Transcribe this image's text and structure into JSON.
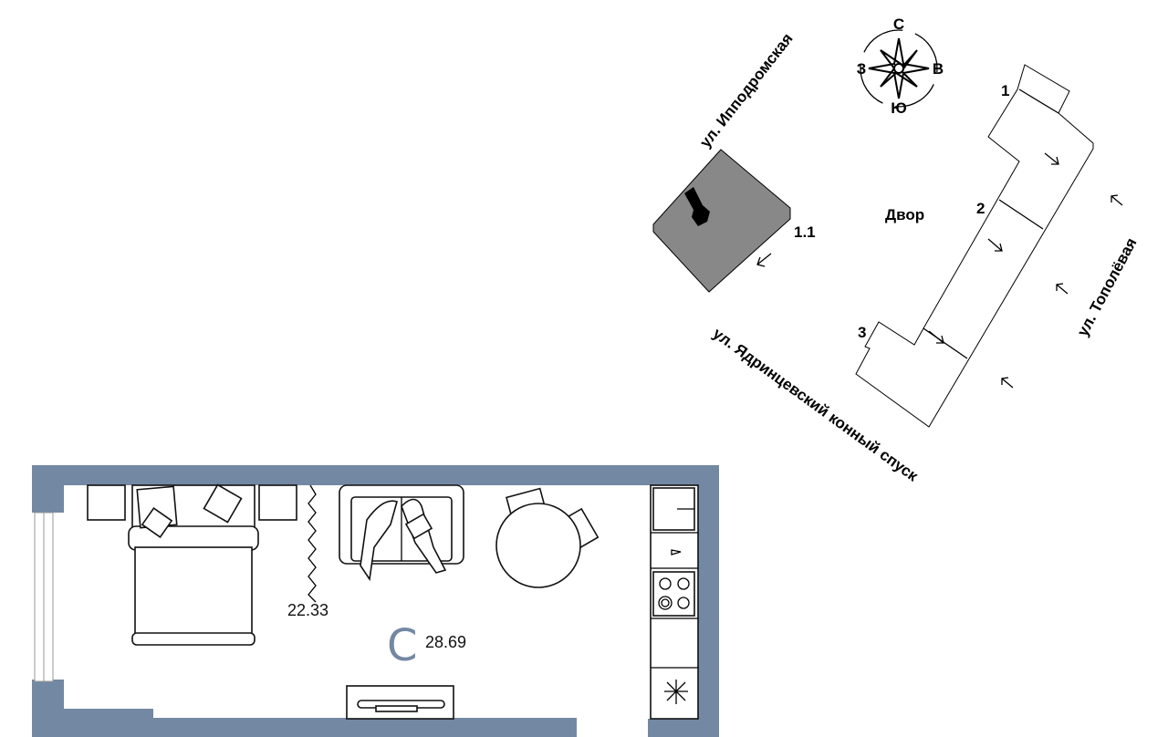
{
  "site_plan": {
    "streets": {
      "north_west": "ул. Ипподромская",
      "south_west": "ул. Ядринцевский конный спуск",
      "east": "ул. Тополёвая"
    },
    "courtyard_label": "Двор",
    "building_label": "1.1",
    "sections": [
      "1",
      "2",
      "3"
    ],
    "compass": {
      "north": "С",
      "south": "Ю",
      "west": "З",
      "east": "В"
    },
    "colors": {
      "building": "#888888",
      "highlight": "#000000"
    }
  },
  "floor_plan": {
    "living_area": "22.33",
    "total_area": "28.69",
    "room_type_mark": "C",
    "colors": {
      "wall": "#7388a3"
    }
  }
}
